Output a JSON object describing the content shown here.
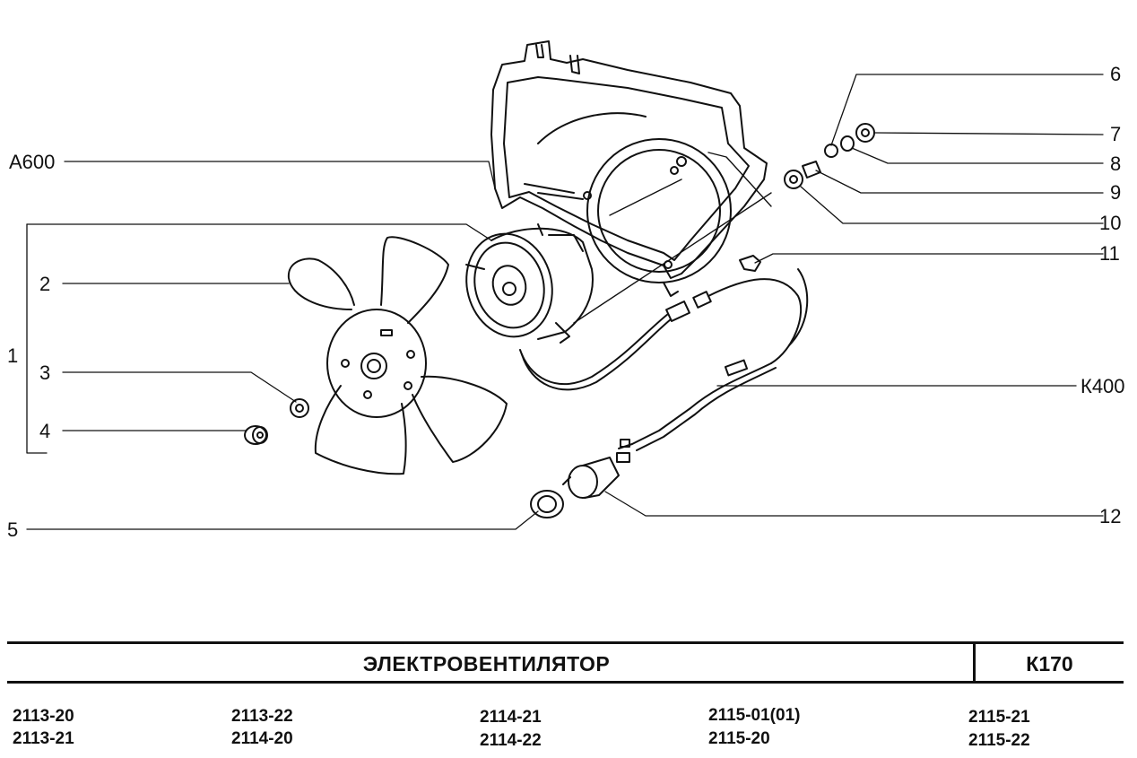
{
  "diagram": {
    "callouts": {
      "a600": "А600",
      "c1": "1",
      "c2": "2",
      "c3": "3",
      "c4": "4",
      "c5": "5",
      "c6": "6",
      "c7": "7",
      "c8": "8",
      "c9": "9",
      "c10": "10",
      "c11": "11",
      "c12": "12",
      "k400": "К400"
    }
  },
  "footer": {
    "title": "ЭЛЕКТРОВЕНТИЛЯТОР",
    "code": "К170",
    "models": [
      [
        "2113-20",
        "2113-21"
      ],
      [
        "2113-22",
        "2114-20"
      ],
      [
        "2114-21",
        "2114-22"
      ],
      [
        "2115-01(01)",
        "2115-20"
      ],
      [
        "2115-21",
        "2115-22"
      ]
    ]
  }
}
